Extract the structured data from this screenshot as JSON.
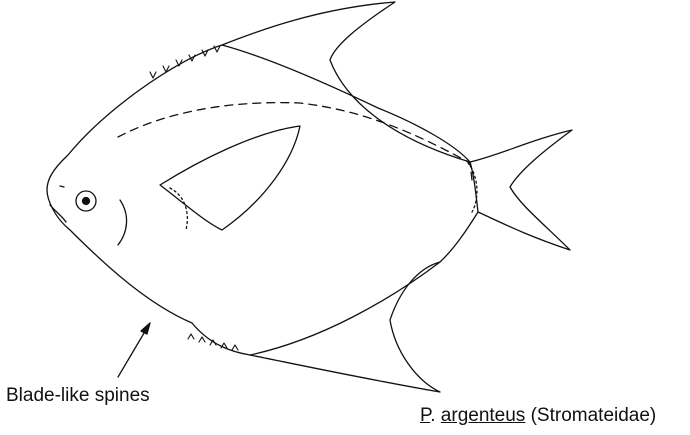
{
  "figure": {
    "callout_label": "Blade-like spines",
    "caption": {
      "genus_initial": "P",
      "dot": ".",
      "species": "argenteus",
      "family": "(Stromateidae)"
    }
  },
  "colors": {
    "ink": "#111111",
    "background": "#ffffff"
  }
}
